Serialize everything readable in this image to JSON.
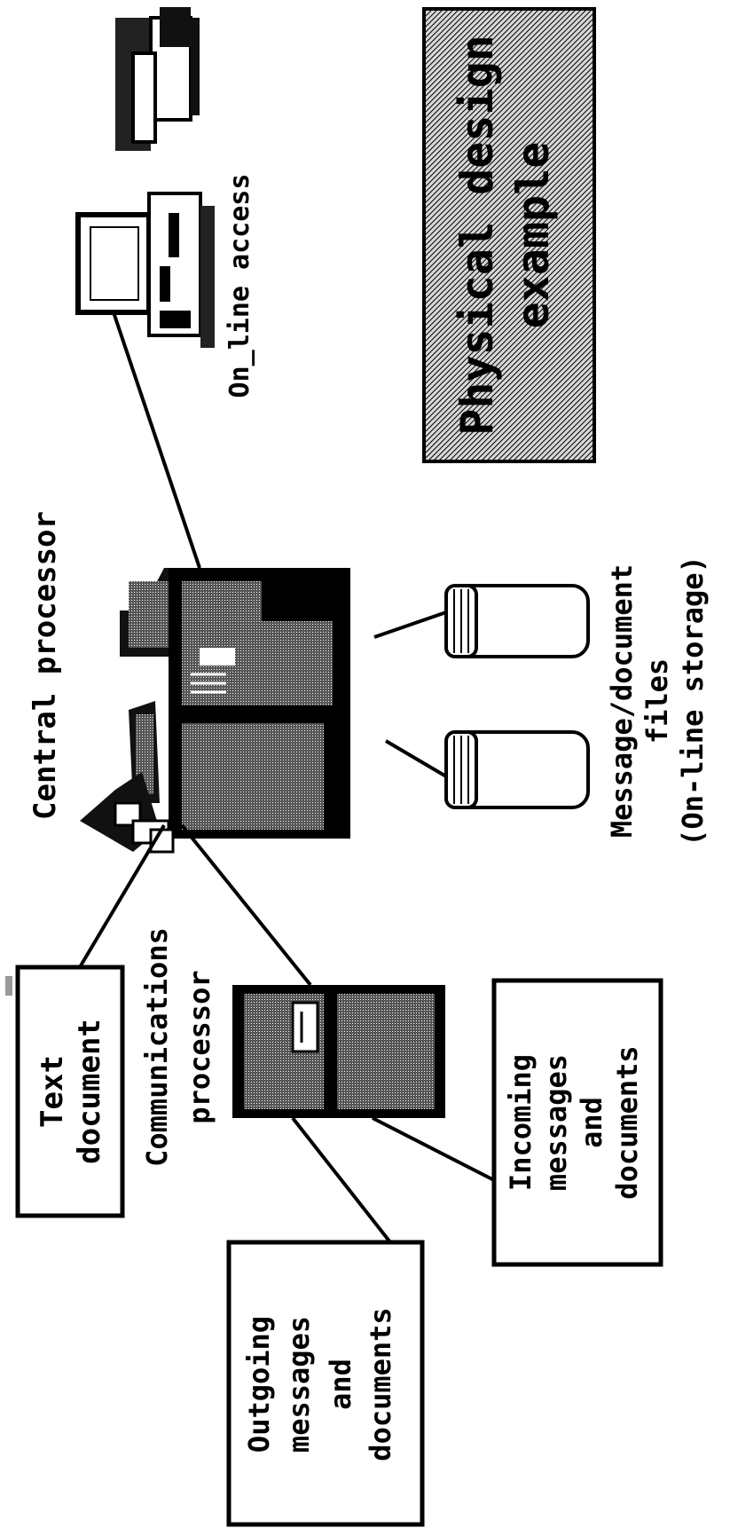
{
  "diagram": {
    "title_lines": [
      "Physical design",
      "example"
    ],
    "online_access_label": "On_line access",
    "central_processor_label": "Central processor",
    "files_label_lines": [
      "Message/document",
      "files",
      "(On-line storage)"
    ],
    "text_document_lines": [
      "Text",
      "document"
    ],
    "comms_processor_lines": [
      "Communications",
      "processor"
    ],
    "incoming_lines": [
      "Incoming",
      "messages",
      "and",
      "documents"
    ],
    "outgoing_lines": [
      "Outgoing",
      "messages",
      "and",
      "documents"
    ]
  }
}
